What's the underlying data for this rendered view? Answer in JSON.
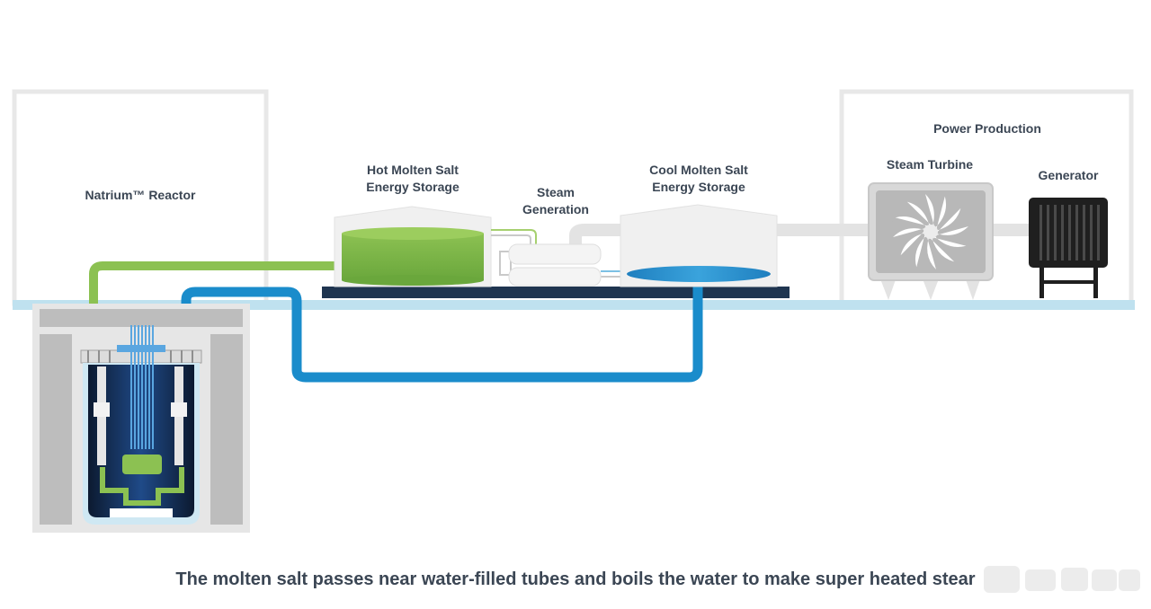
{
  "labels": {
    "reactor": "Natrium™ Reactor",
    "hot_storage_line1": "Hot Molten Salt",
    "hot_storage_line2": "Energy Storage",
    "steam_gen_line1": "Steam",
    "steam_gen_line2": "Generation",
    "cool_storage_line1": "Cool Molten Salt",
    "cool_storage_line2": "Energy Storage",
    "power_production": "Power Production",
    "steam_turbine": "Steam Turbine",
    "generator": "Generator"
  },
  "caption": "The molten salt passes near water-filled tubes and boils the water to make super heated stear",
  "colors": {
    "hot_salt": "#8cc152",
    "cool_salt": "#1a8ccb",
    "ground_line": "#bfe1ef",
    "building_outline": "#e8e8e8",
    "platform": "#1f3550",
    "text": "#3b4654"
  }
}
